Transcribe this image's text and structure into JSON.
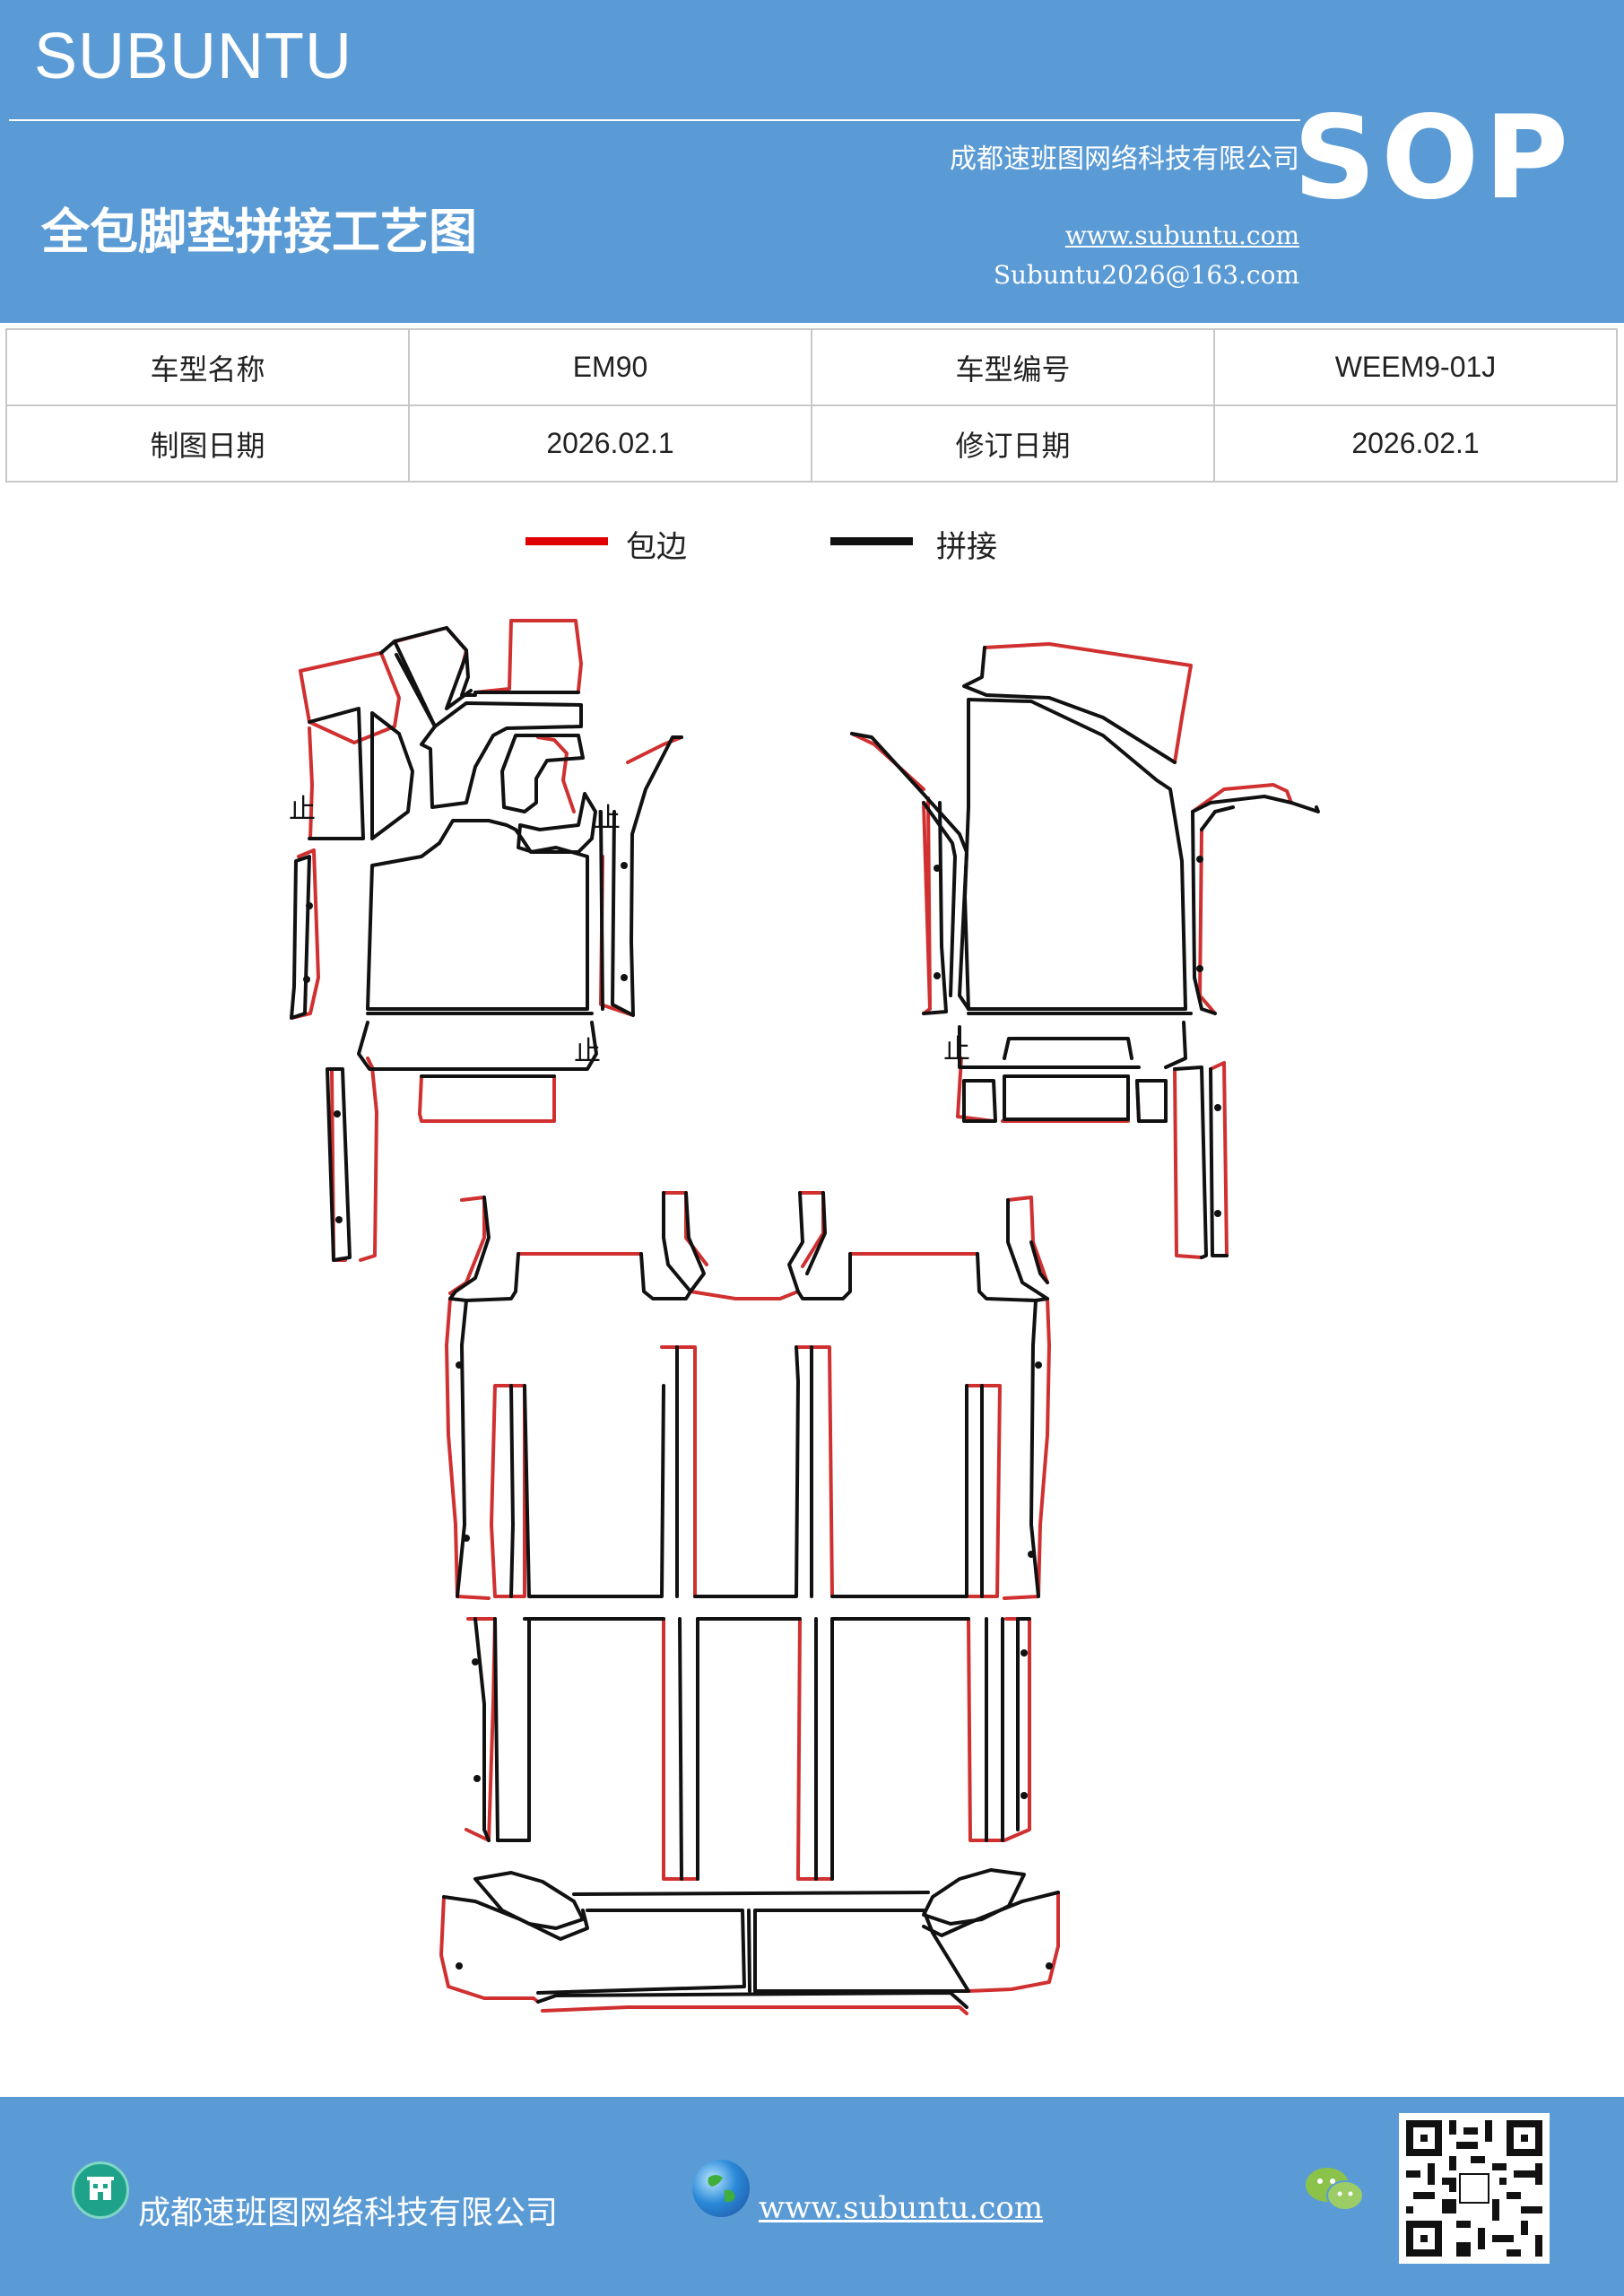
{
  "header": {
    "brand": "SUBUNTU",
    "company": "成都速班图网络科技有限公司",
    "title": "全包脚垫拼接工艺图",
    "website": "www.subuntu.com",
    "email": "Subuntu2026@163.com",
    "badge": "SOP"
  },
  "info_table": {
    "model_name_label": "车型名称",
    "model_name_value": "EM90",
    "model_code_label": "车型编号",
    "model_code_value": "WEEM9-01J",
    "draw_date_label": "制图日期",
    "draw_date_value": "2026.02.1",
    "revise_date_label": "修订日期",
    "revise_date_value": "2026.02.1"
  },
  "legend": {
    "edge_label": "包边",
    "edge_color": "#e00000",
    "splice_label": "拼接",
    "splice_color": "#111111"
  },
  "diagram": {
    "stop_mark": "止"
  },
  "footer": {
    "company": "成都速班图网络科技有限公司",
    "website": "www.subuntu.com"
  },
  "colors": {
    "header_bg": "#5b9bd5",
    "border_red": "#d03030",
    "splice_black": "#111111"
  },
  "icons": [
    "building-icon",
    "globe-icon",
    "wechat-icon",
    "qr-code"
  ]
}
